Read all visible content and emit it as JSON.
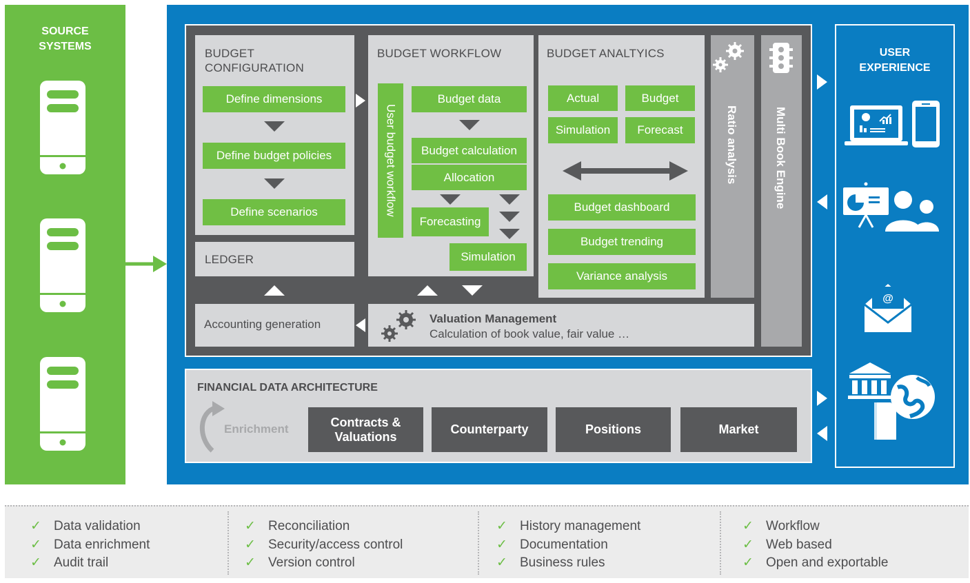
{
  "source_systems": {
    "title_line1": "SOURCE",
    "title_line2": "SYSTEMS"
  },
  "user_experience": {
    "title_line1": "USER",
    "title_line2": "EXPERIENCE"
  },
  "budget_configuration": {
    "title_line1": "BUDGET",
    "title_line2": "CONFIGURATION",
    "steps": [
      "Define dimensions",
      "Define budget policies",
      "Define scenarios"
    ]
  },
  "budget_workflow": {
    "title": "BUDGET WORKFLOW",
    "user_workflow": "User budget workflow",
    "budget_data": "Budget data",
    "budget_calculation": "Budget calculation",
    "allocation": "Allocation",
    "forecasting": "Forecasting",
    "simulation": "Simulation"
  },
  "budget_analytics": {
    "title": "BUDGET ANALTYICS",
    "actual": "Actual",
    "budget": "Budget",
    "simulation": "Simulation",
    "forecast": "Forecast",
    "dashboard": "Budget dashboard",
    "trending": "Budget trending",
    "variance": "Variance analysis"
  },
  "ratio_analysis": "Ratio analysis",
  "multi_book_engine": "Multi Book Engine",
  "ledger": "LEDGER",
  "accounting_generation": "Accounting generation",
  "valuation": {
    "title": "Valuation Management",
    "subtitle": "Calculation of book value, fair value …"
  },
  "financial_data": {
    "title": "FINANCIAL DATA ARCHITECTURE",
    "enrichment": "Enrichment",
    "contracts_line1": "Contracts &",
    "contracts_line2": "Valuations",
    "counterparty": "Counterparty",
    "positions": "Positions",
    "market": "Market"
  },
  "features": [
    [
      "Data validation",
      "Data enrichment",
      "Audit trail"
    ],
    [
      "Reconciliation",
      "Security/access control",
      "Version control"
    ],
    [
      "History management",
      "Documentation",
      "Business rules"
    ],
    [
      "Workflow",
      "Web based",
      "Open and exportable"
    ]
  ],
  "check_mark": "✓",
  "colors": {
    "green": "#6cbe45",
    "blue": "#0a7dc2",
    "dark_gray": "#58595b",
    "panel_gray": "#d6d7d9"
  },
  "icons": [
    "server-icon",
    "gears-icon",
    "traffic-light-icon",
    "laptop-icon",
    "tablet-icon",
    "presentation-icon",
    "people-icon",
    "email-icon",
    "bank-icon",
    "globe-icon",
    "document-icon"
  ]
}
